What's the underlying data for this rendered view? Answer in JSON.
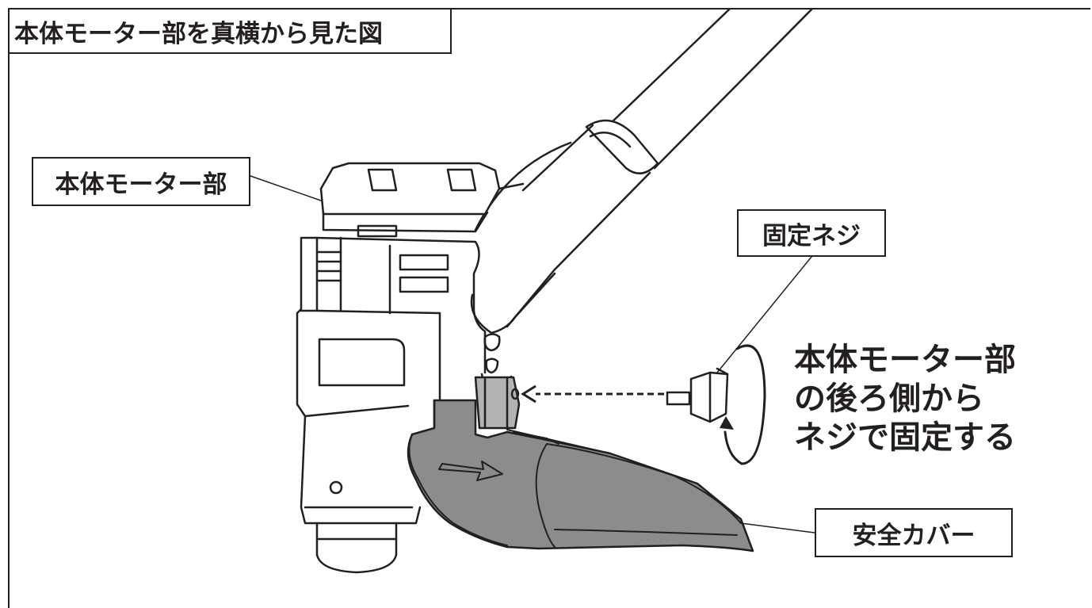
{
  "title": "本体モーター部を真横から見た図",
  "labels": {
    "motor_unit": "本体モーター部",
    "fixing_screw": "固定ネジ",
    "safety_cover": "安全カバー"
  },
  "instruction": {
    "line1": "本体モーター部",
    "line2": "の後ろ側から",
    "line3": "ネジで固定する"
  },
  "colors": {
    "line": "#231f20",
    "cover_fill": "#8c8c8c",
    "background": "#ffffff"
  }
}
